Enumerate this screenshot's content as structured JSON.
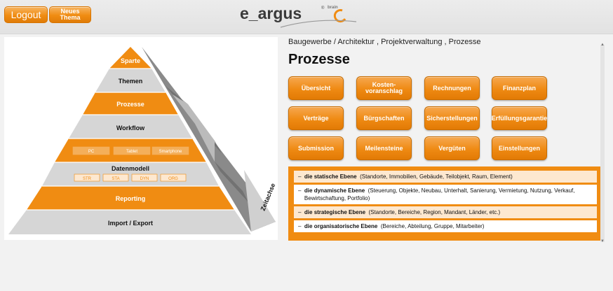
{
  "header": {
    "logout_label": "Logout",
    "neues_line1": "Neues",
    "neues_line2": "Thema",
    "logo_text": "e_argus",
    "logo_brain": "brain",
    "logo_mark": "®"
  },
  "pyramid": {
    "levels": {
      "sparte": "Sparte",
      "themen": "Themen",
      "prozesse": "Prozesse",
      "workflow": "Workflow",
      "datenmodell": "Datenmodell",
      "reporting": "Reporting",
      "import_export": "Import / Export"
    },
    "devices": [
      "PC",
      "Tablet",
      "Smartphone"
    ],
    "codes": [
      "STR",
      "STA",
      "DYN",
      "ORG"
    ],
    "zeitachse": "Zeitachse"
  },
  "main": {
    "breadcrumb": "Baugewerbe / Architektur , Projektverwaltung , Prozesse",
    "title": "Prozesse",
    "buttons": [
      [
        "Übersicht",
        "Kosten-voranschlag",
        "Rechnungen",
        "Finanzplan"
      ],
      [
        "Verträge",
        "Bürgschaften",
        "Sicherstellungen",
        "Erfüllungsgarantie"
      ],
      [
        "Submission",
        "Meilensteine",
        "Vergüten",
        "Einstellungen"
      ]
    ],
    "levels": [
      {
        "dash": "–",
        "term": "die statische Ebene",
        "desc": "(Standorte, Immobilien, Gebäude, Teilobjekt, Raum, Element)"
      },
      {
        "dash": "–",
        "term": "die dynamische Ebene",
        "desc": "(Steuerung, Objekte, Neubau, Unterhalt, Sanierung, Vermietung, Nutzung, Verkauf, Bewirtschaftung, Portfolio)"
      },
      {
        "dash": "–",
        "term": "die strategische Ebene",
        "desc": "(Standorte, Bereiche, Region, Mandant, Länder, etc.)"
      },
      {
        "dash": "–",
        "term": "die organisatorische Ebene",
        "desc": "(Bereiche, Abteilung, Gruppe, Mitarbeiter)"
      }
    ]
  },
  "colors": {
    "accent": "#f08c12",
    "light": "#fde8d0",
    "gray": "#d7d7d7"
  }
}
